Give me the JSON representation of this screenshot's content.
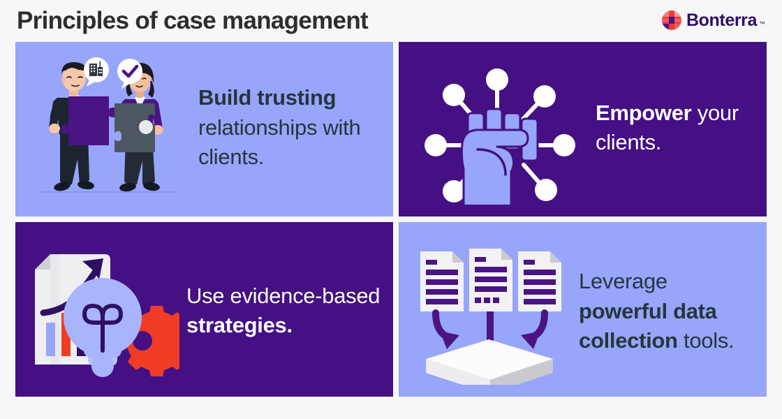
{
  "header": {
    "title": "Principles of case management",
    "brand_name": "Bonterra",
    "brand_tm": "™",
    "brand_mark_icon": "bonterra-circle-logo-mark"
  },
  "colors": {
    "page_background": "#F7F7F9",
    "card_light": "#97A5FB",
    "card_dark": "#441083",
    "text_dark": "#25363C",
    "text_light": "#FFFFFF",
    "title": "#2E2E2E",
    "brand_purple": "#2E1063",
    "accent_red": "#F03C25",
    "deep_purple": "#4A1484"
  },
  "cards": [
    {
      "id": "build-trusting-relationships",
      "theme": "light",
      "illustration": "two-people-holding-puzzle-pieces",
      "illustration_elements": [
        "speech-bubble-building-icon",
        "speech-bubble-checkmark-icon",
        "purple-puzzle-piece",
        "gray-puzzle-piece"
      ],
      "text_bold": "Build trusting",
      "text_regular": "relationships with clients."
    },
    {
      "id": "empower-your-clients",
      "theme": "dark",
      "illustration": "raised-fist-network-nodes",
      "illustration_elements": [
        "fist-icon",
        "network-node-dots"
      ],
      "text_bold": "Empower",
      "text_regular": "your clients."
    },
    {
      "id": "use-evidence-based-strategies",
      "theme": "dark",
      "illustration": "document-chart-lightbulb-gear",
      "illustration_elements": [
        "document-icon",
        "bar-chart-icon",
        "growth-arrow-icon",
        "lightbulb-icon",
        "gear-icon"
      ],
      "text_regular_lead": "Use evidence-based",
      "text_bold": "strategies."
    },
    {
      "id": "leverage-powerful-data-collection-tools",
      "theme": "light",
      "illustration": "documents-arrows-into-tray",
      "illustration_elements": [
        "document-icon",
        "curved-arrow-icon",
        "straight-arrow-icon",
        "collection-tray-icon"
      ],
      "text_regular_lead": "Leverage",
      "text_bold": "powerful data collection",
      "text_regular_tail": "tools."
    }
  ]
}
